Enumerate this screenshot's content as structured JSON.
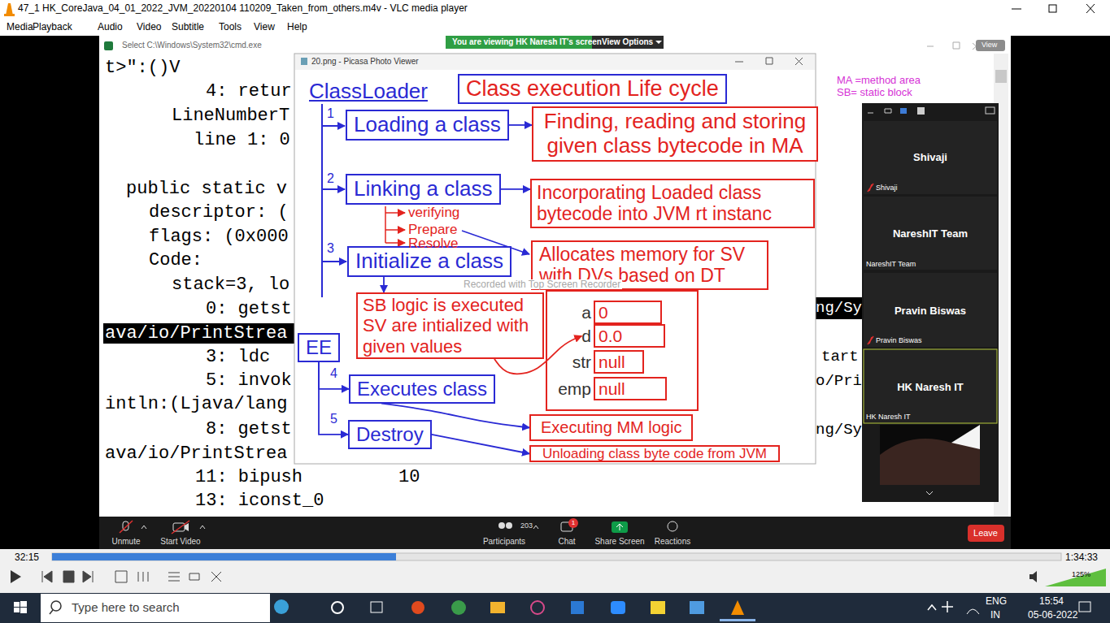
{
  "diagram": {
    "nodes": [
      {
        "text": [
          "Class execution Life cycle"
        ]
      },
      {
        "text": [
          "Loading a class"
        ]
      },
      {
        "text": [
          "Finding, reading and storing given class bytecode in MA"
        ]
      },
      {
        "text": [
          "Linking a class"
        ]
      },
      {
        "text": [
          "Incorporating Loaded class bytecode into JVM rt instanc"
        ]
      },
      {
        "text": [
          "Initialize a class"
        ]
      },
      {
        "text": [
          "Allocates memory for SV with DVs based on DT"
        ]
      },
      {
        "text": [
          "SB logic is executed SV are intialized with given values"
        ]
      },
      {
        "text": [
          "a",
          "0"
        ]
      },
      {
        "text": [
          "d",
          "0.0"
        ]
      },
      {
        "text": [
          "str",
          "null"
        ]
      },
      {
        "text": [
          "emp",
          "null"
        ]
      },
      {
        "text": [
          "EE"
        ]
      },
      {
        "text": [
          "Executes class"
        ]
      },
      {
        "text": [
          "Executing MM logic"
        ]
      },
      {
        "text": [
          "Destroy"
        ]
      },
      {
        "text": [
          "Unloading class byte code from JVM"
        ]
      }
    ],
    "edges": [
      {
        "from": 1,
        "to": 2,
        "arrow": "to"
      },
      {
        "from": 3,
        "to": 4,
        "arrow": "to"
      },
      {
        "from": 5,
        "to": 7,
        "arrow": "to"
      },
      {
        "from": 7,
        "to": 9,
        "arrow": "to"
      },
      {
        "from": 12,
        "to": 13,
        "arrow": "to"
      },
      {
        "from": 12,
        "to": 15,
        "arrow": "to"
      },
      {
        "from": 13,
        "to": 14,
        "arrow": "to"
      },
      {
        "from": 15,
        "to": 16,
        "arrow": "to"
      }
    ],
    "labels": [
      "47_1 HK_CoreJava_04_01_2022_JVM_20220104 110209_Taken_from_others.m4v - VLC media player",
      "Media",
      "Playback",
      "Audio",
      "Video",
      "Subtitle",
      "Tools",
      "View",
      "Help",
      "Select C:\\Windows\\System32\\cmd.exe",
      "You are viewing HK Naresh IT's screen",
      "View Options",
      "View",
      "t>\":()V",
      "4: retur",
      "LineNumberT",
      "line 1: 0",
      "public static v",
      "descriptor: (",
      "flags: (0x000",
      "Code:",
      "stack=3, lo",
      "0: getst",
      "ava/io/PrintStrea",
      "3: ldc",
      "5: invok",
      "intln:(Ljava/lang",
      "8: getst",
      "ava/io/PrintStrea",
      "11: bipush",
      "10",
      "13: iconst_0",
      "ng/Sy",
      "tart",
      "o/Pri",
      "ng/Sy",
      "20.png - Picasa Photo Viewer",
      "ClassLoader",
      "1",
      "2",
      "3",
      "verifying",
      "Prepare",
      "Resolve",
      "Recorded with Top Screen Recorder",
      "4",
      "5",
      "MA =method area",
      "SB= static block",
      "Shivaji",
      "Shivaji",
      "NareshIT Team",
      "NareshIT Team",
      "Pravin Biswas",
      "Pravin Biswas",
      "HK Naresh IT",
      "HK Naresh IT",
      "Unmute",
      "Start Video",
      "203",
      "Participants",
      "1",
      "Chat",
      "Share Screen",
      "Reactions",
      "Leave",
      "32:15",
      "1:34:33",
      "125%",
      "Type here to search",
      "ENG",
      "IN",
      "15:54",
      "05-06-2022"
    ]
  }
}
